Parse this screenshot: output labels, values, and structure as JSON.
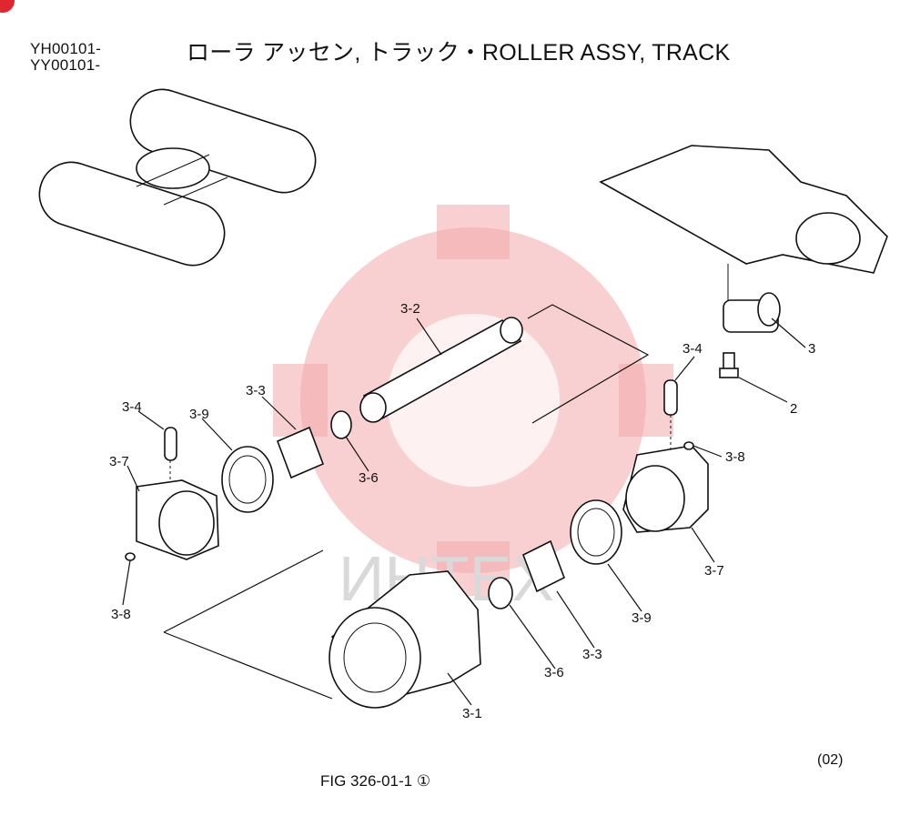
{
  "header": {
    "model_codes": [
      "YH00101-",
      "YY00101-"
    ],
    "title": "ローラ アッセン, トラック・ROLLER ASSY, TRACK"
  },
  "footer": {
    "figure_label": "FIG 326-01-1 ①",
    "revision": "(02)"
  },
  "watermark": {
    "text": "ИНТЕХ",
    "color": "#f3a9ab"
  },
  "callouts": [
    {
      "label": "3-2"
    },
    {
      "label": "3-4"
    },
    {
      "label": "3"
    },
    {
      "label": "2"
    },
    {
      "label": "3-3"
    },
    {
      "label": "3-4"
    },
    {
      "label": "3-9"
    },
    {
      "label": "3-7"
    },
    {
      "label": "3-6"
    },
    {
      "label": "3-8"
    },
    {
      "label": "3-8"
    },
    {
      "label": "3-7"
    },
    {
      "label": "3-9"
    },
    {
      "label": "3-3"
    },
    {
      "label": "3-6"
    },
    {
      "label": "3-1"
    }
  ]
}
